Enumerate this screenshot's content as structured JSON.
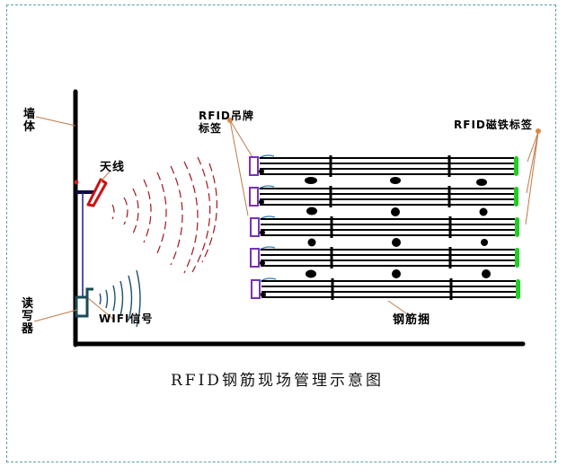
{
  "diagram": {
    "title": "RFID钢筋现场管理示意图",
    "labels": {
      "wall": "墙体",
      "antenna": "天线",
      "reader": "读写器",
      "wifi_signal": "WIFI信号",
      "hang_tag": "RFID吊牌标签",
      "magnet_tag": "RFID磁铁标签",
      "rebar_bundle": "钢筋捆"
    },
    "colors": {
      "wall": "#000000",
      "antenna": "#cc1111",
      "rf_waves": "#a01820",
      "wifi_waves": "#1d4f6a",
      "reader": "#1a4a55",
      "hang_tag": "#7b2fbf",
      "magnet_tag": "#22cc22",
      "leader_lines": "#c07a4a",
      "border": "#5aa0a8"
    },
    "bundle_count": 5
  }
}
